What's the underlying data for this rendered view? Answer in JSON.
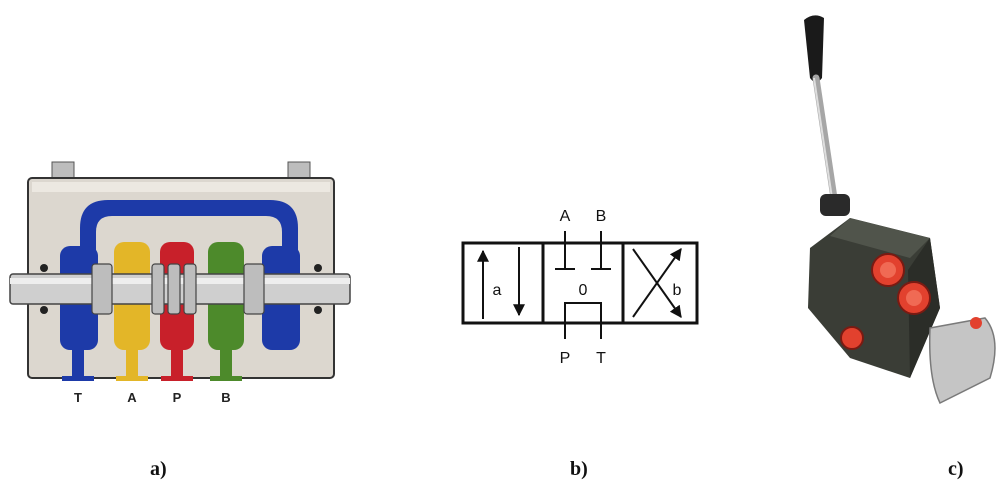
{
  "panel_a": {
    "ports": [
      "T",
      "A",
      "P",
      "B"
    ],
    "colors": {
      "blue": "#1d3aa8",
      "yellow": "#e3b628",
      "red": "#c8202a",
      "green": "#4d8a2b",
      "body": "#d9d4cc",
      "shaft": "#c9c9c9"
    }
  },
  "panel_b": {
    "top_ports": [
      "A",
      "B"
    ],
    "bottom_ports": [
      "P",
      "T"
    ],
    "position_labels": [
      "a",
      "0",
      "b"
    ]
  },
  "panel_c": {
    "colors": {
      "body": "#3a3d36",
      "plug": "#e2412e",
      "handle": "#1a1a1a",
      "lever": "#a6a6a6",
      "cap": "#c5c5c5"
    }
  },
  "captions": {
    "a": "a)",
    "b": "b)",
    "c": "c)"
  }
}
